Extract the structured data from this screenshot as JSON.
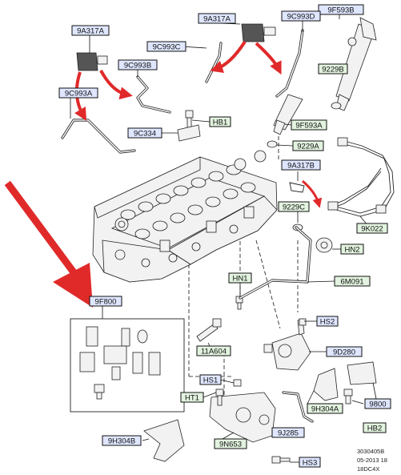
{
  "colors": {
    "blue_label": "#2b5fd9",
    "blue_fill": "#dfe6ff",
    "green_label": "#2e8b2e",
    "green_fill": "#e2f3df",
    "arrow_red": "#e02a2a"
  },
  "callouts": {
    "9F593B": "9F593B",
    "9A317A_top": "9A317A",
    "9C993D": "9C993D",
    "9A317A_left": "9A317A",
    "9C993C": "9C993C",
    "9C993B": "9C993B",
    "9229B": "9229B",
    "9C993A": "9C993A",
    "HB1": "HB1",
    "9C334": "9C334",
    "9F593A": "9F593A",
    "9229A": "9229A",
    "9A317B": "9A317B",
    "9229C": "9229C",
    "9K022": "9K022",
    "HN2": "HN2",
    "HN1": "HN1",
    "6M091": "6M091",
    "9F800": "9F800",
    "HS2": "HS2",
    "11A604": "11A604",
    "9D280": "9D280",
    "HS1": "HS1",
    "HT1": "HT1",
    "9H304A": "9H304A",
    "9800": "9800",
    "HB2": "HB2",
    "9J285": "9J285",
    "9H304B": "9H304B",
    "9N653": "9N653",
    "HS3": "HS3"
  },
  "info": {
    "line1": "3030405B",
    "line2": "05-2013 18",
    "line3": "18DC4X"
  }
}
